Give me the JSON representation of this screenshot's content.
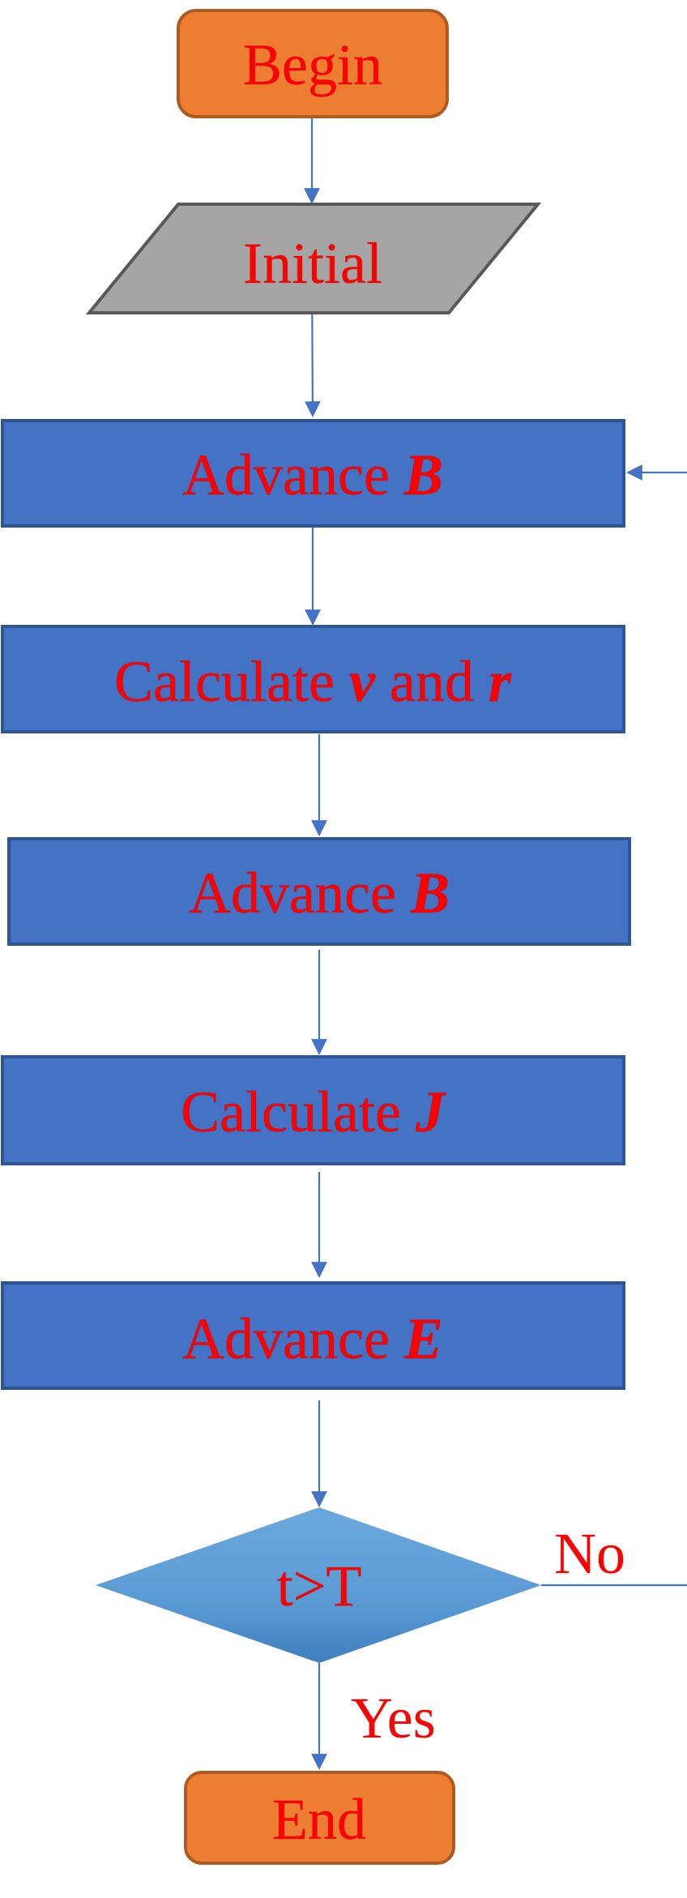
{
  "colors": {
    "text": "#ff0000",
    "process_fill": "#4472c4",
    "terminal_fill": "#ed7d31",
    "input_fill": "#a5a5a5",
    "decision_fill": "#5b9bd5",
    "edge": "#4472c4"
  },
  "nodes": {
    "begin": {
      "label": "Begin"
    },
    "initial": {
      "label": "Initial"
    },
    "advance_b_1": {
      "label": "Advance",
      "var": "B"
    },
    "calc_v_r": {
      "label": "Calculate",
      "var1": "v",
      "mid": "and",
      "var2": "r"
    },
    "advance_b_2": {
      "label": "Advance",
      "var": "B"
    },
    "calc_j": {
      "label": "Calculate",
      "var": "J"
    },
    "advance_e": {
      "label": "Advance",
      "var": "E"
    },
    "decision": {
      "label": "t>T"
    },
    "end": {
      "label": "End"
    }
  },
  "edges": {
    "no_label": "No",
    "yes_label": "Yes"
  }
}
